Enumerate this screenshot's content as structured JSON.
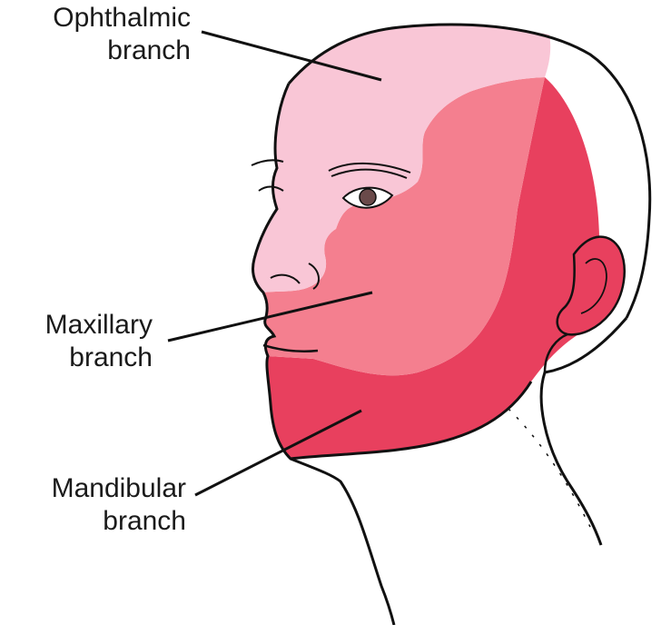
{
  "colors": {
    "ophthalmic": "#f9c6d6",
    "maxillary": "#f47f8f",
    "mandibular": "#e8405e",
    "outline": "#111111"
  },
  "labels": {
    "ophthalmic": {
      "line1": "Ophthalmic",
      "line2": "branch"
    },
    "maxillary": {
      "line1": "Maxillary",
      "line2": "branch"
    },
    "mandibular": {
      "line1": "Mandibular",
      "line2": "branch"
    }
  }
}
